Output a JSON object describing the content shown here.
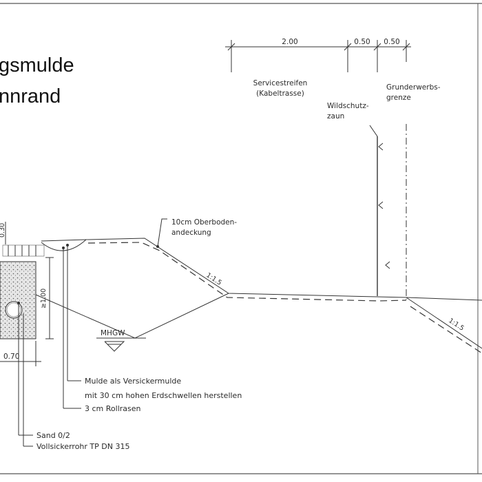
{
  "title": {
    "line1": "gsmulde",
    "line2": "nnrand"
  },
  "dimensions": {
    "d1": "2.00",
    "d2": "0.50",
    "d3": "0.50",
    "v030": "0.30",
    "v100": "≥1.00",
    "h070": "0.70"
  },
  "labels": {
    "service1": "Servicestreifen",
    "service2": "(Kabeltrasse)",
    "wild1": "Wildschutz-",
    "wild2": "zaun",
    "grund1": "Grunderwerbs-",
    "grund2": "grenze",
    "ober1": "10cm Oberboden-",
    "ober2": "andeckung",
    "slope1": "1:1.5",
    "slope2": "1:1.5",
    "mhgw": "MHGW",
    "mulde1": "Mulde als Versickermulde",
    "mulde2": "mit 30 cm hohen Erdschwellen herstellen",
    "mulde3": "3 cm Rollrasen",
    "sand": "Sand 0/2",
    "rohr": "Vollsickerrohr TP DN 315"
  },
  "colors": {
    "line": "#333333",
    "gravel": "#d9d9d9",
    "frame": "#555555"
  }
}
